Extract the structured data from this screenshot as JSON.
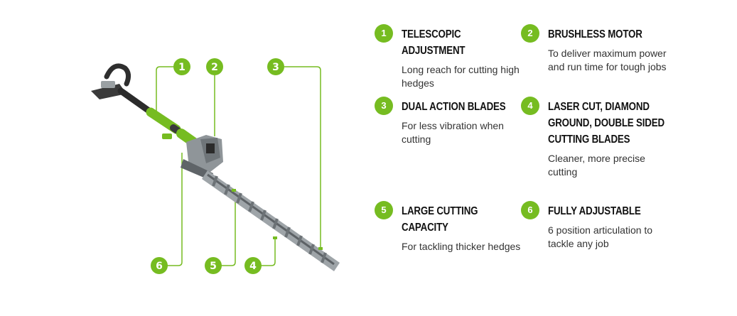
{
  "colors": {
    "accent": "#76bc21",
    "text": "#333333",
    "title": "#111111"
  },
  "illustration": {
    "subject": "pole-hedge-trimmer-image",
    "callouts": [
      {
        "number": "1"
      },
      {
        "number": "2"
      },
      {
        "number": "3"
      },
      {
        "number": "4"
      },
      {
        "number": "5"
      },
      {
        "number": "6"
      }
    ]
  },
  "features": [
    {
      "number": "1",
      "title": "TELESCOPIC ADJUSTMENT",
      "description": "Long reach for cutting high hedges"
    },
    {
      "number": "2",
      "title": "BRUSHLESS MOTOR",
      "description": "To deliver maximum power and run time for tough jobs"
    },
    {
      "number": "3",
      "title": "DUAL ACTION BLADES",
      "description": "For less vibration when cutting"
    },
    {
      "number": "4",
      "title": "LASER CUT, DIAMOND GROUND, DOUBLE SIDED CUTTING BLADES",
      "description": "Cleaner, more precise cutting"
    },
    {
      "number": "5",
      "title": "LARGE CUTTING CAPACITY",
      "description": "For tackling thicker hedges"
    },
    {
      "number": "6",
      "title": "FULLY ADJUSTABLE",
      "description": "6 position articulation to tackle any job"
    }
  ]
}
